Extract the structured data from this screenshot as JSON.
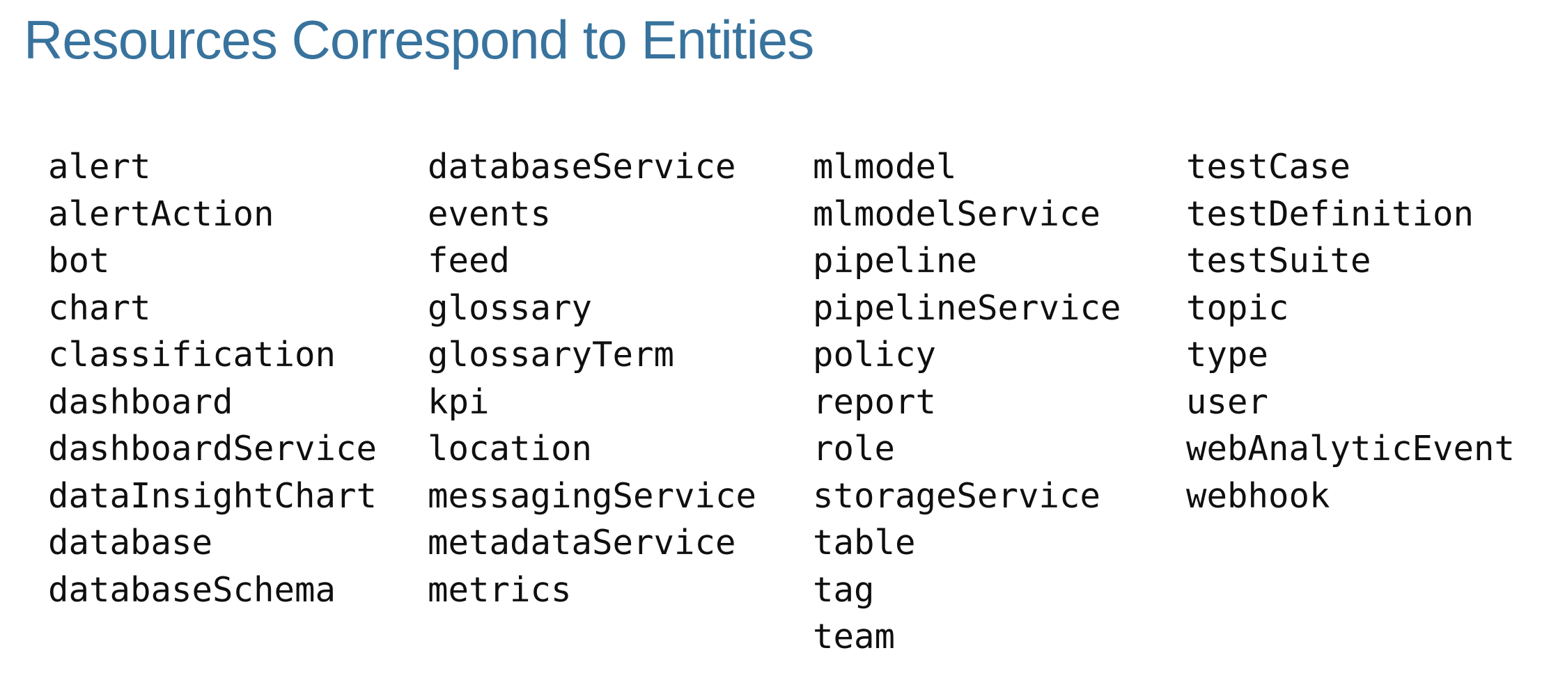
{
  "page": {
    "title": "Resources Correspond to Entities",
    "title_color": "#38739d",
    "background_color": "#ffffff",
    "body_text_color": "#0f0f0f"
  },
  "resources": {
    "columns": [
      {
        "items": [
          "alert",
          "alertAction",
          "bot",
          "chart",
          "classification",
          "dashboard",
          "dashboardService",
          "dataInsightChart",
          "database",
          "databaseSchema"
        ]
      },
      {
        "items": [
          "databaseService",
          "events",
          "feed",
          "glossary",
          "glossaryTerm",
          "kpi",
          "location",
          "messagingService",
          "metadataService",
          "metrics"
        ]
      },
      {
        "items": [
          "mlmodel",
          "mlmodelService",
          "pipeline",
          "pipelineService",
          "policy",
          "report",
          "role",
          "storageService",
          "table",
          "tag",
          "team"
        ]
      },
      {
        "items": [
          "testCase",
          "testDefinition",
          "testSuite",
          "topic",
          "type",
          "user",
          "webAnalyticEvent",
          "webhook"
        ]
      }
    ]
  }
}
